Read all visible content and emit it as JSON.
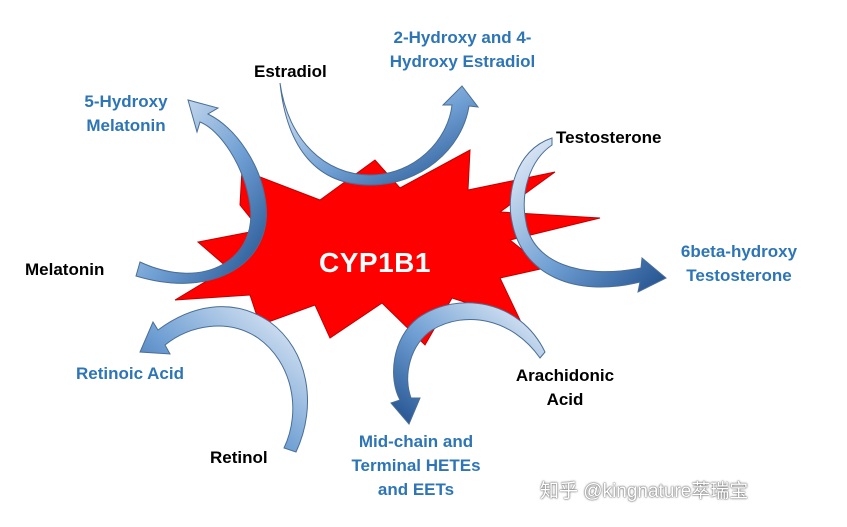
{
  "center": {
    "label": "CYP1B1",
    "color": "#ff0000"
  },
  "colors": {
    "substrate": "#000000",
    "product": "#2e75b6",
    "arrow_dark": "#1f4e8c",
    "arrow_light": "#d6e4f3"
  },
  "reactions": [
    {
      "substrate": [
        "Estradiol"
      ],
      "product": [
        "2-Hydroxy and 4-",
        "Hydroxy Estradiol"
      ]
    },
    {
      "substrate": [
        "Testosterone"
      ],
      "product": [
        "6beta-hydroxy",
        "Testosterone"
      ]
    },
    {
      "substrate": [
        "Arachidonic",
        "Acid"
      ],
      "product": [
        "Mid-chain and",
        "Terminal HETEs",
        "and EETs"
      ]
    },
    {
      "substrate": [
        "Retinol"
      ],
      "product": [
        "Retinoic Acid"
      ]
    },
    {
      "substrate": [
        "Melatonin"
      ],
      "product": [
        "5-Hydroxy",
        "Melatonin"
      ]
    }
  ],
  "watermark": "知乎 @kingnature萃瑞宝"
}
